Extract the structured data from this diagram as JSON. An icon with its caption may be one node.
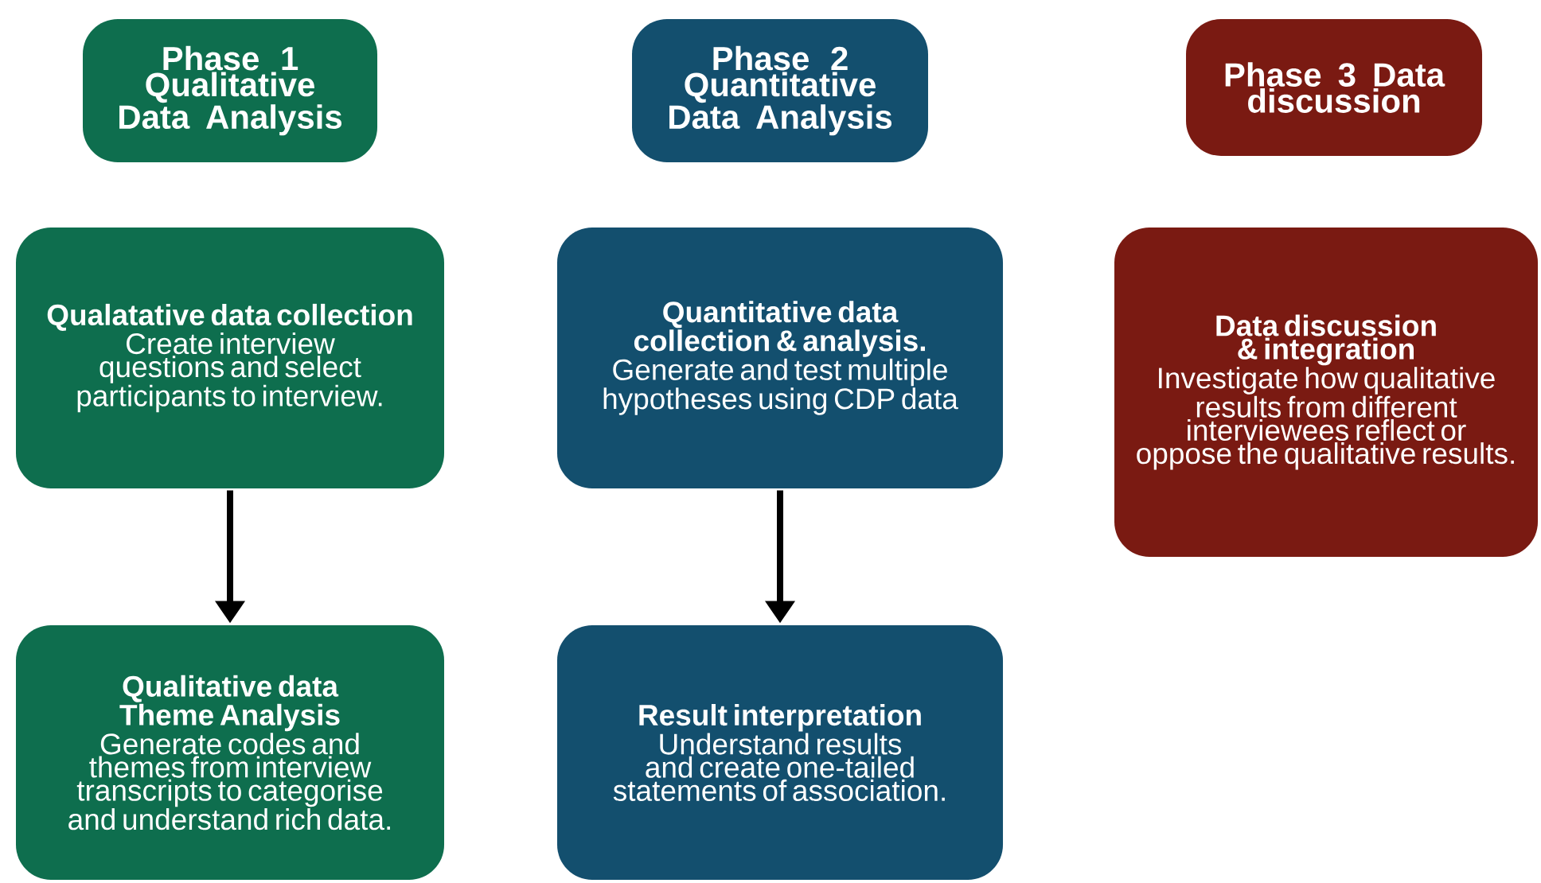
{
  "diagram": {
    "nodes": [
      {
        "text": [
          "Phase 1 Qualitative Data Analysis"
        ]
      },
      {
        "text": [
          "Phase 2 Quantitative Data Analysis"
        ]
      },
      {
        "text": [
          "Phase 3 Data discussion"
        ]
      },
      {
        "text": [
          "Qualatative data collection",
          "Create interview questions and select participants to interview."
        ]
      },
      {
        "text": [
          "Quantitative data collection & analysis.",
          "Generate and test multiple hypotheses using CDP data"
        ]
      },
      {
        "text": [
          "Data discussion & integration",
          "Investigate how qualitative results from different interviewees reflect or oppose the qualitative results."
        ]
      },
      {
        "text": [
          "Qualitative data Theme Analysis",
          "Generate codes and themes from interview transcripts to categorise and understand rich data."
        ]
      },
      {
        "text": [
          "Result interpretation",
          "Understand results and create one-tailed statements of association."
        ]
      }
    ],
    "edges": [
      {
        "from": 3,
        "to": 6,
        "arrow": "to"
      },
      {
        "from": 4,
        "to": 7,
        "arrow": "to"
      }
    ]
  }
}
